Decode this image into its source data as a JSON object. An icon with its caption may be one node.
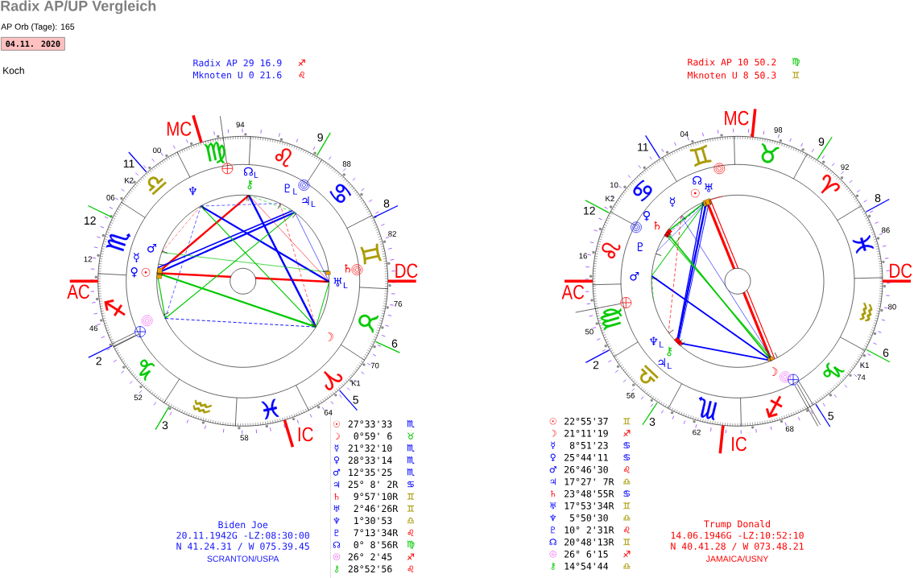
{
  "diagram": {
    "title": "Radix AP/UP Vergleich",
    "nodes": [
      {
        "text": [
          "04.11. 2020"
        ]
      }
    ],
    "labels": [
      "AP Orb (Tage): 165",
      "Koch",
      "Radix AP 29 16.9",
      "♐",
      "Mknoten U 0 21.6",
      "♌",
      "Radix AP 10 50.2",
      "♍",
      "Mknoten U 8 50.3",
      "♊",
      "MC",
      "9",
      "8",
      "DC",
      "6",
      "5",
      "IC",
      "3",
      "2",
      "AC",
      "12",
      "11",
      "94",
      "88",
      "82",
      "76",
      "70",
      "K1",
      "64",
      "58",
      "52",
      "46",
      "12",
      "06",
      "K2",
      "00",
      "♍",
      "♌",
      "♋",
      "♊",
      "♉",
      "♈",
      "♒",
      "♓",
      "♑",
      "♐",
      "♏",
      "♎",
      "☊$_{L}$",
      "⚷",
      "♆",
      "♇$_{L}$",
      "♃$_{L}$",
      "♂",
      "☿",
      "♀",
      "☉",
      "♄",
      "♅$_{L}$",
      "☽",
      "☉",
      "27°33'33",
      "♏",
      "☽",
      "0°59' 6",
      "♉",
      "☿",
      "21°32'10",
      "♏",
      "♀",
      "28°33'14",
      "♏",
      "♂",
      "12°35'25",
      "♏",
      "♃",
      "25° 8' 2R",
      "♋",
      "♄",
      "9°57'10R",
      "♊",
      "♅",
      "2°46'26R",
      "♊",
      "♆",
      "1°30'53",
      "♎",
      "♇",
      "7°13'34R",
      "♌",
      "☊",
      "0° 8'56R",
      "♍",
      "◎",
      "26° 2'45",
      "♐",
      "⚷",
      "28°52'56",
      "♌",
      "Biden Joe",
      "20.11.1942G -LZ:08:30:00",
      "N 41.24.31 / W 075.39.45",
      "SCRANTON/USPA",
      "MC",
      "9",
      "8",
      "DC",
      "6",
      "5",
      "IC",
      "3",
      "2",
      "AC",
      "12",
      "11",
      "04",
      "98",
      "92",
      "86",
      "80",
      "K1",
      "74",
      "68",
      "62",
      "56",
      "50",
      "16",
      "K2",
      "10",
      "♊",
      "♉",
      "♈",
      "♓",
      "♒",
      "♑",
      "♏",
      "♐",
      "♎",
      "♍",
      "♌",
      "♋",
      "☊",
      "♅",
      "☉",
      "☿",
      "♀",
      "♄",
      "♇",
      "♂",
      "♆$_{L}$",
      "⚷",
      "♃$_{L}$",
      "☽",
      "☉",
      "22°55'37",
      "♊",
      "☽",
      "21°11'19",
      "♐",
      "☿",
      "8°51'23",
      "♋",
      "♀",
      "25°44'11",
      "♋",
      "♂",
      "26°46'30",
      "♌",
      "♃",
      "17°27' 7R",
      "♎",
      "♄",
      "23°48'55R",
      "♋",
      "♅",
      "17°53'34R",
      "♊",
      "♆",
      "5°50'30",
      "♎",
      "♇",
      "10° 2'31R",
      "♌",
      "☊",
      "20°48'13R",
      "♊",
      "◎",
      "26° 6'15",
      "♐",
      "⚷",
      "14°54'44",
      "♎",
      "Trump Donald",
      "14.06.1946G -LZ:10:52:10",
      "N 40.41.28 / W 073.48.21",
      "JAMAICA/USNY"
    ]
  }
}
